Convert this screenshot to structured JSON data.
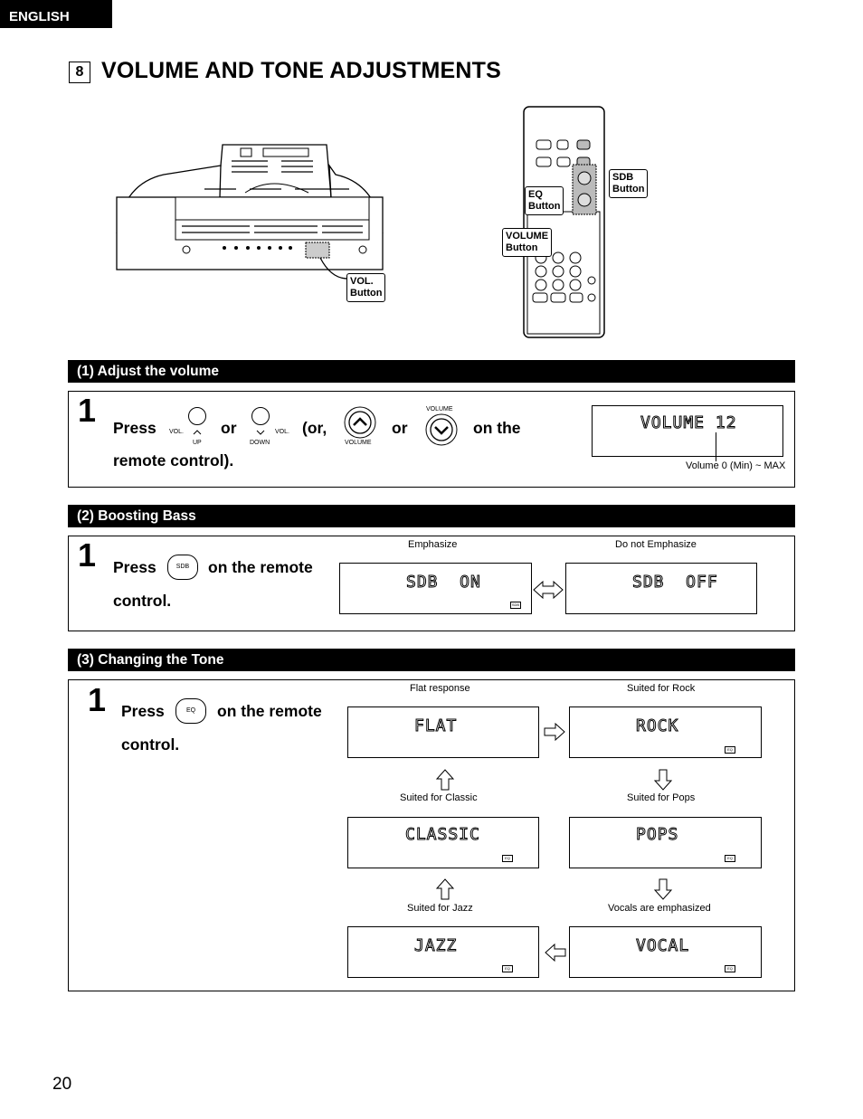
{
  "header": {
    "language": "ENGLISH"
  },
  "section": {
    "number": "8",
    "title": "VOLUME AND TONE ADJUSTMENTS"
  },
  "figures": {
    "unit_callout": [
      "VOL.",
      "Button"
    ],
    "remote_eq_callout": [
      "EQ",
      "Button"
    ],
    "remote_sdb_callout": [
      "SDB",
      "Button"
    ],
    "remote_volume_callout": [
      "VOLUME",
      "Button"
    ]
  },
  "volume": {
    "heading": "(1) Adjust the volume",
    "step": "1",
    "press": "Press",
    "or1": "or",
    "or2": "(or,",
    "or3": "or",
    "on_the": "on the",
    "remote_control": "remote control).",
    "vol_left": "VOL.",
    "vol_right": "VOL.",
    "up": "UP",
    "down": "DOWN",
    "volume_label": "VOLUME",
    "volume_label_top": "VOLUME",
    "display": "VOLUME 12",
    "range_note": "Volume 0 (Min) ~ MAX"
  },
  "bass": {
    "heading": "(2) Boosting Bass",
    "step": "1",
    "press": "Press",
    "button": "SDB",
    "rest1": "on the remote",
    "rest2": "control.",
    "emphasize_label": "Emphasize",
    "no_emphasize_label": "Do not Emphasize",
    "display_on": "SDB  ON",
    "display_off": "SDB  OFF",
    "badge": "SDB"
  },
  "tone": {
    "heading": "(3) Changing the Tone",
    "step": "1",
    "press": "Press",
    "button": "EQ",
    "rest1": "on the remote",
    "rest2": "control.",
    "badge": "EQ",
    "modes": [
      {
        "caption": "Flat response",
        "display": "FLAT"
      },
      {
        "caption": "Suited for Rock",
        "display": "ROCK"
      },
      {
        "caption": "Suited for Classic",
        "display": "CLASSIC"
      },
      {
        "caption": "Suited for Pops",
        "display": "POPS"
      },
      {
        "caption": "Suited for Jazz",
        "display": "JAZZ"
      },
      {
        "caption": "Vocals are emphasized",
        "display": "VOCAL"
      }
    ]
  },
  "page_number": "20"
}
